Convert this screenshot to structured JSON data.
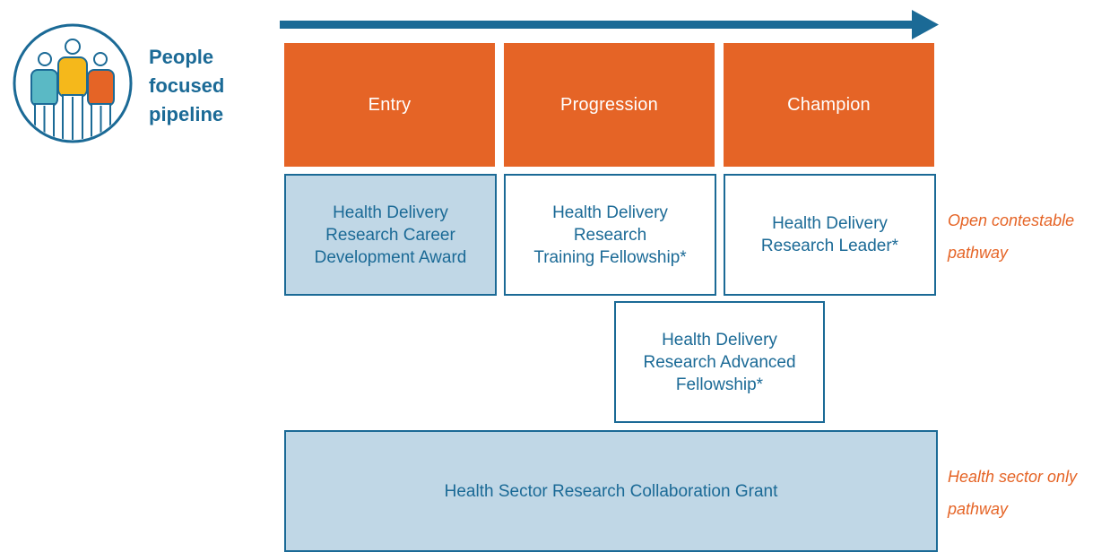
{
  "brand": {
    "icon": "people-group-icon",
    "title": "People\nfocused\npipeline"
  },
  "timeline": {
    "arrow_icon": "right-arrow-icon",
    "stages": [
      "Entry",
      "Progression",
      "Champion"
    ]
  },
  "awards": {
    "career_development": "Health Delivery\nResearch Career\nDevelopment Award",
    "training_fellowship": "Health Delivery\nResearch\nTraining Fellowship*",
    "leader": "Health Delivery\nResearch Leader*",
    "advanced_fellowship": "Health Delivery\nResearch Advanced\nFellowship*",
    "collaboration_grant": "Health Sector Research Collaboration Grant"
  },
  "pathways": {
    "open": "Open contestable\npathway",
    "health_sector": "Health sector only\npathway"
  },
  "colors": {
    "orange": "#e56426",
    "blue": "#1b6a96",
    "light_blue": "#c0d7e6"
  }
}
